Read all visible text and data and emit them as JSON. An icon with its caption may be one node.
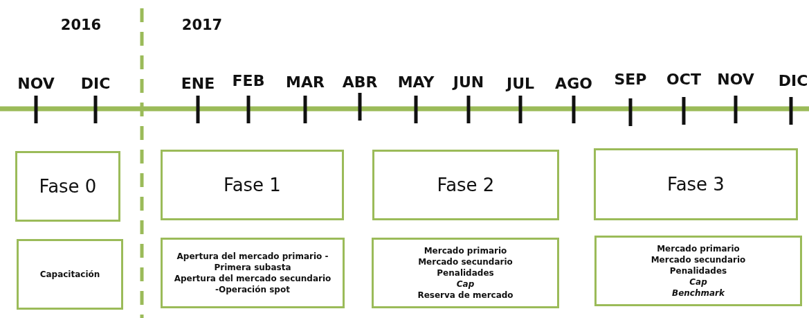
{
  "diagram": {
    "nodes": [
      {
        "text": [
          "Fase 0"
        ]
      },
      {
        "text": [
          "Fase 1"
        ]
      },
      {
        "text": [
          "Fase 2"
        ]
      },
      {
        "text": [
          "Fase 3"
        ]
      },
      {
        "text": [
          "Capacitación"
        ]
      },
      {
        "text": [
          "Apertura del mercado primario -Primera subasta",
          "Apertura del mercado secundario -Operación spot"
        ]
      },
      {
        "text": [
          "Mercado primario",
          "Mercado secundario",
          "Penalidades",
          "*Cap*",
          "Reserva de mercado"
        ]
      },
      {
        "text": [
          "Mercado primario",
          "Mercado secundario",
          "Penalidades",
          "*Cap*",
          "*Benchmark*"
        ]
      }
    ],
    "labels": [
      "2016",
      "2017",
      "NOV",
      "DIC",
      "ENE",
      "FEB",
      "MAR",
      "ABR",
      "MAY",
      "JUN",
      "JUL",
      "AGO",
      "SEP",
      "OCT",
      "NOV",
      "DIC"
    ]
  }
}
